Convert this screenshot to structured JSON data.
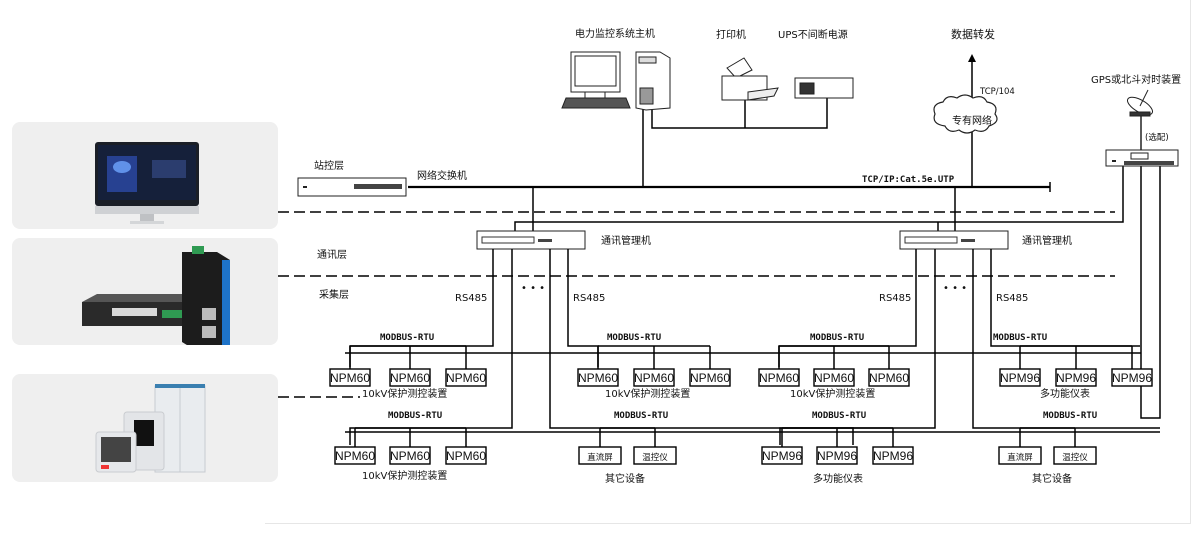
{
  "title_labels": {
    "host": "电力监控系统主机",
    "printer": "打印机",
    "ups": "UPS不间断电源",
    "data_forward": "数据转发",
    "tcp104": "TCP/104",
    "private_net": "专有网络",
    "gps": "GPS或北斗对时装置",
    "optional": "(选配)"
  },
  "layers": {
    "station": "站控层",
    "comm": "通讯层",
    "collect": "采集层"
  },
  "network": {
    "switch_label": "网络交换机",
    "bus_label": "TCP/IP:Cat.5e.UTP",
    "comm_manager_left": "通讯管理机",
    "comm_manager_right": "通讯管理机",
    "rs485": "RS485",
    "dots": "• • •"
  },
  "groups": [
    {
      "protocol": "MODBUS-RTU",
      "devices": [
        "NPM60",
        "NPM60",
        "NPM60"
      ],
      "caption": "10kV保护测控装置"
    },
    {
      "protocol": "MODBUS-RTU",
      "devices": [
        "NPM60",
        "NPM60",
        "NPM60"
      ],
      "caption": "10kV保护测控装置"
    },
    {
      "protocol": "MODBUS-RTU",
      "devices": [
        "NPM60",
        "NPM60",
        "NPM60"
      ],
      "caption": "10kV保护测控装置"
    },
    {
      "protocol": "MODBUS-RTU",
      "devices": [
        "NPM96",
        "NPM96",
        "NPM96"
      ],
      "caption": "多功能仪表"
    },
    {
      "protocol": "MODBUS-RTU",
      "devices": [
        "NPM60",
        "NPM60",
        "NPM60"
      ],
      "caption": "10kV保护测控装置"
    },
    {
      "protocol": "MODBUS-RTU",
      "devices": [
        "直流屏",
        "温控仪"
      ],
      "caption": "其它设备"
    },
    {
      "protocol": "MODBUS-RTU",
      "devices": [
        "NPM96",
        "NPM96",
        "NPM96"
      ],
      "caption": "多功能仪表"
    },
    {
      "protocol": "MODBUS-RTU",
      "devices": [
        "直流屏",
        "温控仪"
      ],
      "caption": "其它设备"
    }
  ],
  "panels": [
    {
      "name": "monitor-product"
    },
    {
      "name": "gateway-switch-product"
    },
    {
      "name": "meters-cabinet-product"
    }
  ]
}
